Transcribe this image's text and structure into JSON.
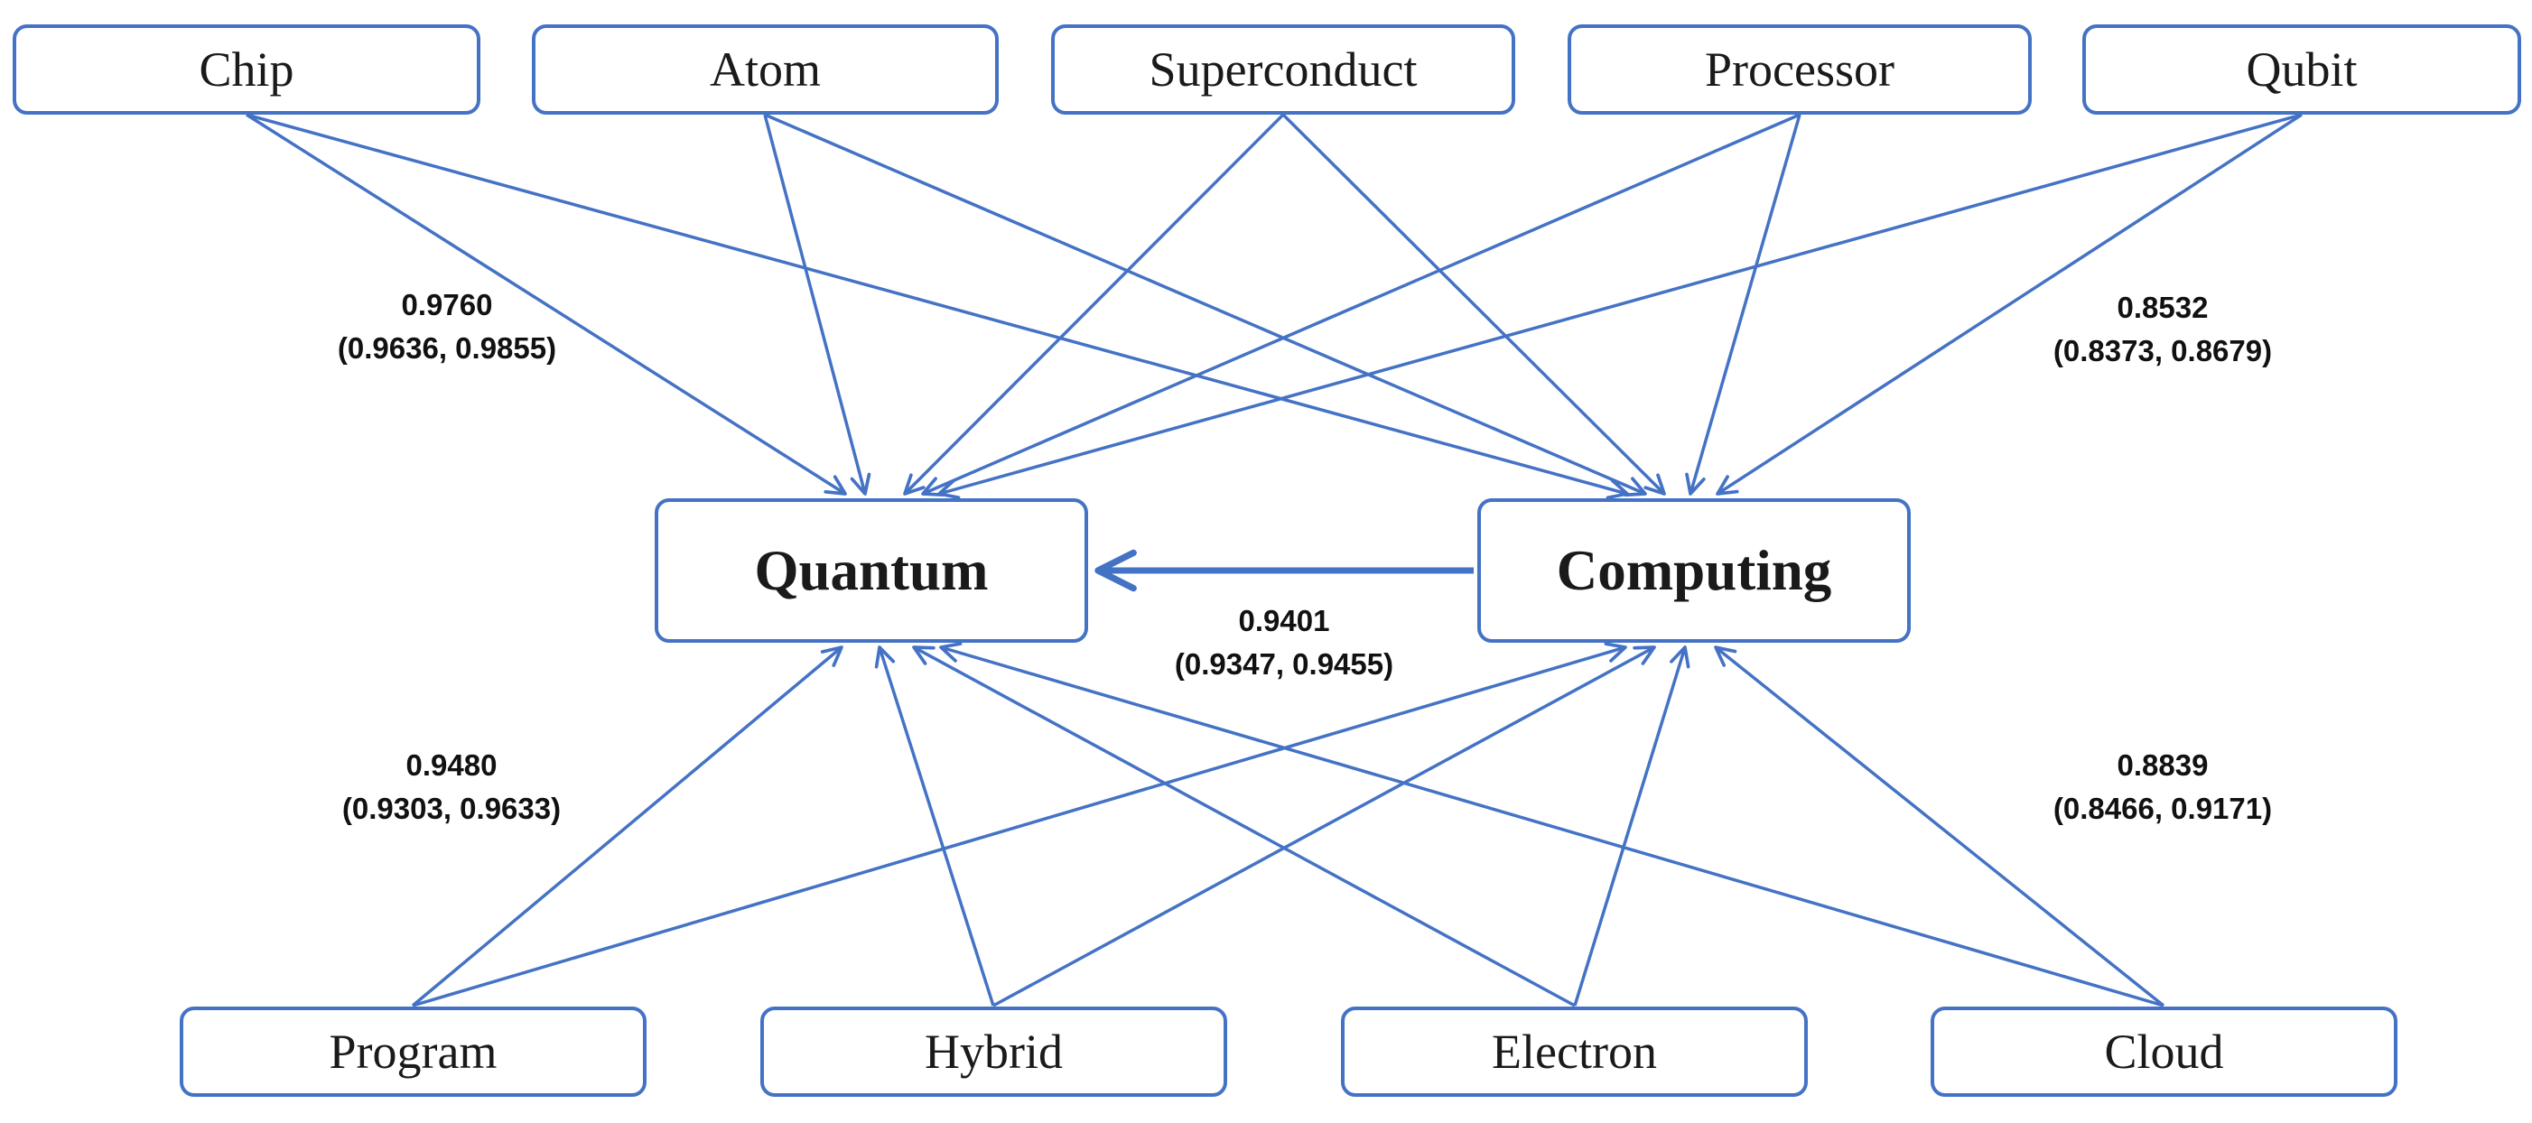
{
  "diagram": {
    "type": "word-association-graph",
    "colors": {
      "accent": "#4472C4",
      "text": "#000000",
      "background": "#FFFFFF"
    },
    "nodes": {
      "chip": {
        "label": "Chip"
      },
      "atom": {
        "label": "Atom"
      },
      "superconduct": {
        "label": "Superconduct"
      },
      "processor": {
        "label": "Processor"
      },
      "qubit": {
        "label": "Qubit"
      },
      "quantum": {
        "label": "Quantum"
      },
      "computing": {
        "label": "Computing"
      },
      "program": {
        "label": "Program"
      },
      "hybrid": {
        "label": "Hybrid"
      },
      "electron": {
        "label": "Electron"
      },
      "cloud": {
        "label": "Cloud"
      }
    },
    "edges": [
      {
        "from": "chip",
        "to": "quantum"
      },
      {
        "from": "atom",
        "to": "quantum"
      },
      {
        "from": "superconduct",
        "to": "quantum"
      },
      {
        "from": "processor",
        "to": "quantum"
      },
      {
        "from": "qubit",
        "to": "quantum"
      },
      {
        "from": "chip",
        "to": "computing"
      },
      {
        "from": "atom",
        "to": "computing"
      },
      {
        "from": "superconduct",
        "to": "computing"
      },
      {
        "from": "processor",
        "to": "computing"
      },
      {
        "from": "qubit",
        "to": "computing"
      },
      {
        "from": "program",
        "to": "quantum"
      },
      {
        "from": "hybrid",
        "to": "quantum"
      },
      {
        "from": "electron",
        "to": "quantum"
      },
      {
        "from": "cloud",
        "to": "quantum"
      },
      {
        "from": "program",
        "to": "computing"
      },
      {
        "from": "hybrid",
        "to": "computing"
      },
      {
        "from": "electron",
        "to": "computing"
      },
      {
        "from": "cloud",
        "to": "computing"
      },
      {
        "from": "computing",
        "to": "quantum"
      }
    ],
    "edge_labels": {
      "chip_quantum": {
        "value": "0.9760",
        "ci": "(0.9636, 0.9855)"
      },
      "qubit_computing": {
        "value": "0.8532",
        "ci": "(0.8373, 0.8679)"
      },
      "program_quantum": {
        "value": "0.9480",
        "ci": "(0.9303, 0.9633)"
      },
      "cloud_computing": {
        "value": "0.8839",
        "ci": "(0.8466, 0.9171)"
      },
      "computing_quantum": {
        "value": "0.9401",
        "ci": "(0.9347, 0.9455)"
      }
    }
  }
}
